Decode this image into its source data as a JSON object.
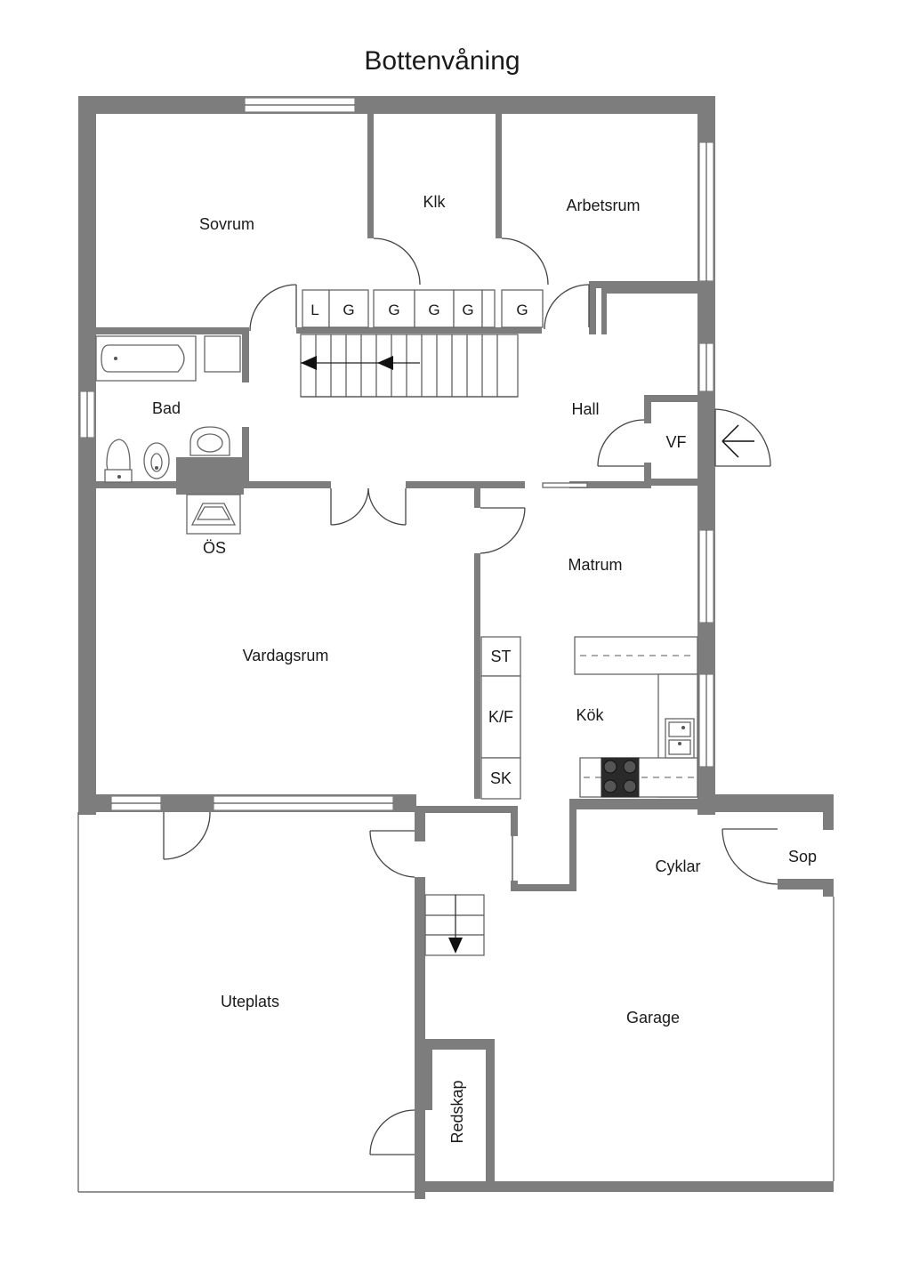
{
  "title": "Bottenvåning",
  "rooms": {
    "sovrum": "Sovrum",
    "klk": "Klk",
    "arbetsrum": "Arbetsrum",
    "bad": "Bad",
    "hall": "Hall",
    "vf": "VF",
    "os": "ÖS",
    "vardagsrum": "Vardagsrum",
    "matrum": "Matrum",
    "kok": "Kök",
    "cyklar": "Cyklar",
    "sop": "Sop",
    "uteplats": "Uteplats",
    "garage": "Garage",
    "redskap": "Redskap"
  },
  "closets": [
    "L",
    "G",
    "G",
    "G",
    "G",
    "G"
  ],
  "kitchen_units": {
    "st": "ST",
    "kf": "K/F",
    "sk": "SK"
  },
  "colors": {
    "wall": "#7d7d7d",
    "text": "#1a1a1a"
  }
}
